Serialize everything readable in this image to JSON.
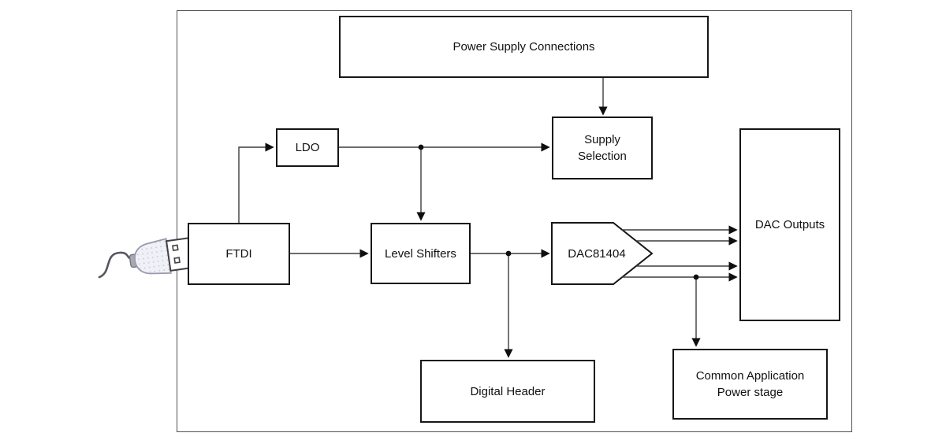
{
  "diagram": {
    "nodes": {
      "power_supply": {
        "label": "Power Supply Connections"
      },
      "ldo": {
        "label": "LDO"
      },
      "supply_selection": {
        "label": "Supply Selection"
      },
      "ftdi": {
        "label": "FTDI"
      },
      "level_shifters": {
        "label": "Level Shifters"
      },
      "dac81404": {
        "label": "DAC81404"
      },
      "dac_outputs": {
        "label": "DAC Outputs"
      },
      "digital_header": {
        "label": "Digital Header"
      },
      "common_app": {
        "label": "Common Application Power stage"
      }
    },
    "edges": [
      {
        "from": "power_supply",
        "to": "supply_selection",
        "arrow": true
      },
      {
        "from": "ftdi",
        "to": "ldo",
        "arrow": true
      },
      {
        "from": "ldo",
        "to": "supply_selection",
        "arrow": true
      },
      {
        "from": "ldo",
        "to": "level_shifters",
        "arrow": true,
        "note": "tapped from LDO output line at junction dot"
      },
      {
        "from": "ftdi",
        "to": "level_shifters",
        "arrow": true
      },
      {
        "from": "level_shifters",
        "to": "dac81404",
        "arrow": true
      },
      {
        "from": "level_shifters",
        "to": "digital_header",
        "arrow": true,
        "note": "tapped from DAC81404 input line at junction dot"
      },
      {
        "from": "dac81404",
        "to": "dac_outputs",
        "arrow": true,
        "lines": 4
      },
      {
        "from": "dac81404",
        "to": "common_app",
        "arrow": true,
        "note": "tapped from fourth output line at junction dot"
      }
    ],
    "icons": {
      "usb_plug": "usb-plug-icon"
    },
    "colors": {
      "background": "#ffffff",
      "box_border": "#161616",
      "outer_border": "#515151",
      "line": "#3d3d3d",
      "arrow": "#0f0f0f",
      "text": "#111111"
    }
  }
}
